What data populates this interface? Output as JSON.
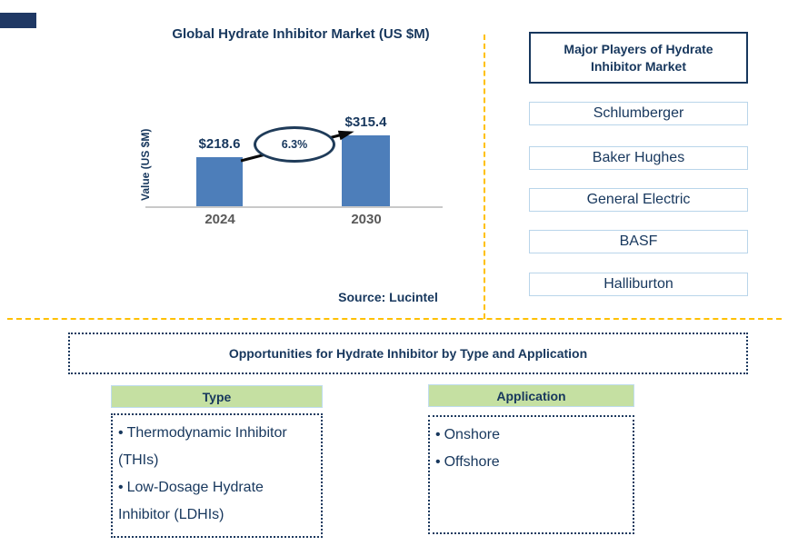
{
  "bullet": "•",
  "colors": {
    "navy_text": "#17375D",
    "bar_blue": "#4D7EBA",
    "divider_gold": "#FFC000",
    "header_green": "#C5E0A2",
    "box_border_light_blue": "#B9D5EA",
    "tick_gray": "#595959"
  },
  "chart_data": {
    "type": "bar",
    "title": "Global Hydrate Inhibitor Market (US $M)",
    "ylabel": "Value (US $M)",
    "xlabel": "",
    "categories": [
      "2024",
      "2030"
    ],
    "values": [
      218.6,
      315.4
    ],
    "value_labels": [
      "$218.6",
      "$315.4"
    ],
    "growth_label": "6.3%",
    "source": "Source: Lucintel",
    "ylim": [
      0,
      350
    ],
    "grid": false,
    "legend": false
  },
  "players": {
    "title": "Major Players of Hydrate Inhibitor Market",
    "items": [
      "Schlumberger",
      "Baker Hughes",
      "General Electric",
      "BASF",
      "Halliburton"
    ]
  },
  "opportunities": {
    "title": "Opportunities for Hydrate Inhibitor by Type and Application",
    "columns": [
      {
        "header": "Type",
        "items": [
          "Thermodynamic Inhibitor (THIs)",
          "Low-Dosage Hydrate Inhibitor (LDHIs)"
        ]
      },
      {
        "header": "Application",
        "items": [
          "Onshore",
          "Offshore"
        ]
      }
    ]
  }
}
